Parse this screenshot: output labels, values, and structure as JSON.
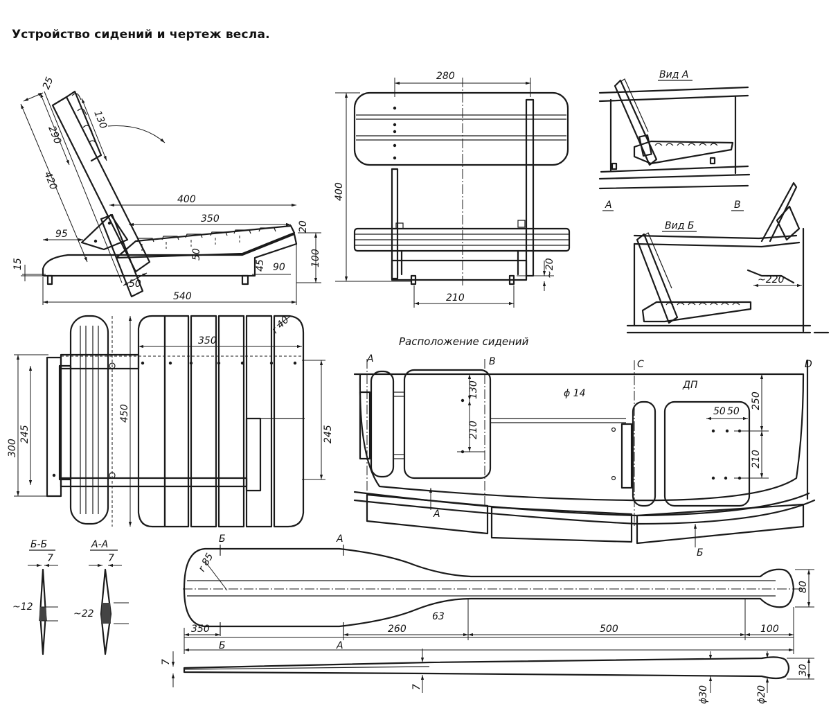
{
  "title": "Устройство сидений и чертеж весла.",
  "views": {
    "side_seat": {
      "dims": [
        "25",
        "130",
        "290",
        "420",
        "400",
        "350",
        "20",
        "95",
        "15",
        "50",
        "45",
        "90",
        "100",
        "50",
        "540"
      ]
    },
    "front_seat": {
      "dims": [
        "280",
        "400",
        "~20",
        "210"
      ]
    },
    "view_a": {
      "label": "Вид А",
      "marks": [
        "А",
        "В"
      ]
    },
    "view_b": {
      "label": "Вид Б",
      "dims": [
        "~220"
      ]
    },
    "plan_seat": {
      "dims": [
        "r 40",
        "350",
        "450",
        "300",
        "245",
        "245"
      ]
    },
    "layout": {
      "label": "Расположение сидений",
      "marks": [
        "А",
        "В",
        "С",
        "D",
        "ДП",
        "А",
        "Б"
      ],
      "dims": [
        "ϕ 14",
        "130",
        "210",
        "250",
        "50",
        "50",
        "210"
      ]
    },
    "sections": {
      "bb": {
        "label": "Б-Б",
        "dims": [
          "7",
          "~12"
        ]
      },
      "aa": {
        "label": "А-А",
        "dims": [
          "7",
          "~22"
        ]
      }
    },
    "oar": {
      "marks": [
        "Б",
        "А",
        "Б",
        "А"
      ],
      "dims": [
        "r 85",
        "63",
        "350",
        "260",
        "500",
        "100",
        "80",
        "7",
        "7",
        "ϕ30",
        "ϕ20",
        "30"
      ]
    }
  }
}
